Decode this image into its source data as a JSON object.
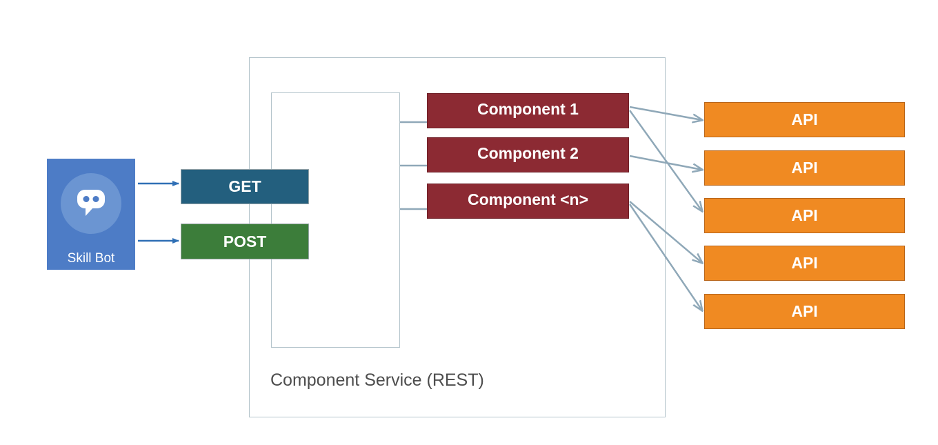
{
  "skill_bot": {
    "label": "Skill Bot",
    "icon": "bot-chat-icon",
    "color": "#4d7cc6"
  },
  "methods": {
    "get": "GET",
    "post": "POST"
  },
  "service": {
    "label": "Component Service (REST)"
  },
  "components": [
    "Component 1",
    "Component 2",
    "Component <n>"
  ],
  "apis": [
    "API",
    "API",
    "API",
    "API",
    "API"
  ],
  "colors": {
    "get": "#235f7e",
    "post": "#3c7d3a",
    "component": "#8c2a33",
    "api": "#f08a22",
    "connector": "#8fa8b8",
    "request_arrow": "#2f6fb5"
  }
}
